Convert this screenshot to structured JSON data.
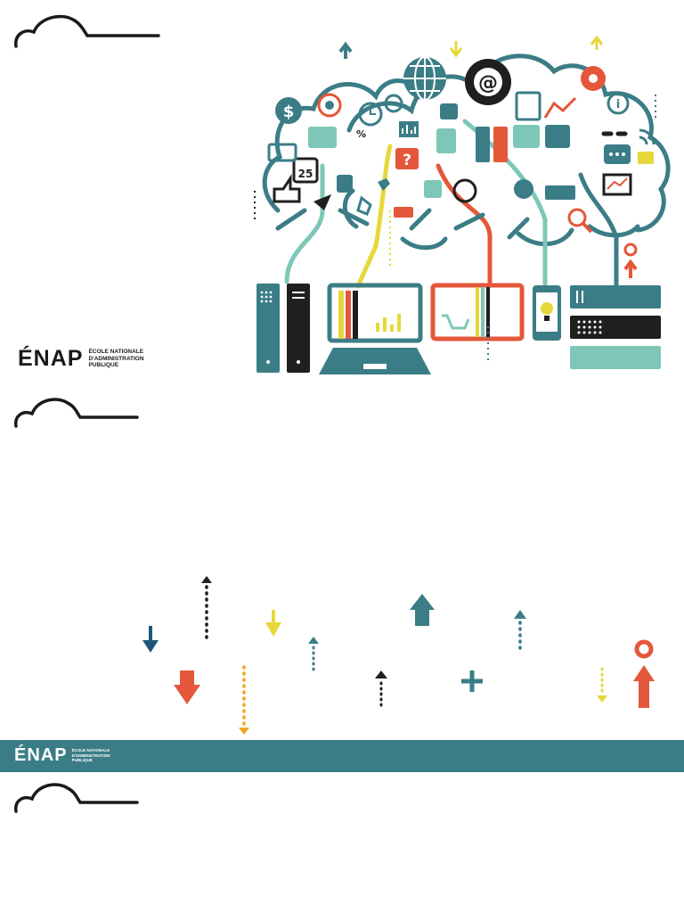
{
  "colors": {
    "teal": "#3b7d86",
    "teal_light": "#7ec7b8",
    "dark": "#1f1f1f",
    "orange": "#e4573a",
    "yellow": "#e6d83a",
    "amber": "#f1a623",
    "blue": "#1f5778",
    "band": "#3b7d86"
  },
  "logo_top": {
    "word": "ÉNAP",
    "sub_lines": [
      "ÉCOLE NATIONALE",
      "D'ADMINISTRATION",
      "PUBLIQUE"
    ]
  },
  "logo_band": {
    "word": "ÉNAP",
    "sub_lines": [
      "ÉCOLE NATIONALE",
      "D'ADMINISTRATION",
      "PUBLIQUE"
    ]
  },
  "illustration": {
    "icons": [
      "cloud-outline-icon",
      "globe-icon",
      "gear-icon",
      "at-sign-icon",
      "dollar-icon",
      "briefcase-icon",
      "calendar-icon",
      "thumbs-up-icon",
      "target-icon",
      "clock-icon",
      "chart-icon",
      "question-icon",
      "calculator-icon",
      "document-icon",
      "chat-icon",
      "info-icon",
      "link-icon",
      "wifi-icon",
      "coffee-icon",
      "magnifier-icon",
      "presentation-icon",
      "lightbulb-icon",
      "cart-icon",
      "server-icon",
      "laptop-icon",
      "phone-icon"
    ],
    "calendar_day": "25",
    "percent": "%",
    "at": "@",
    "dollar": "$",
    "question": "?",
    "info": "i"
  }
}
